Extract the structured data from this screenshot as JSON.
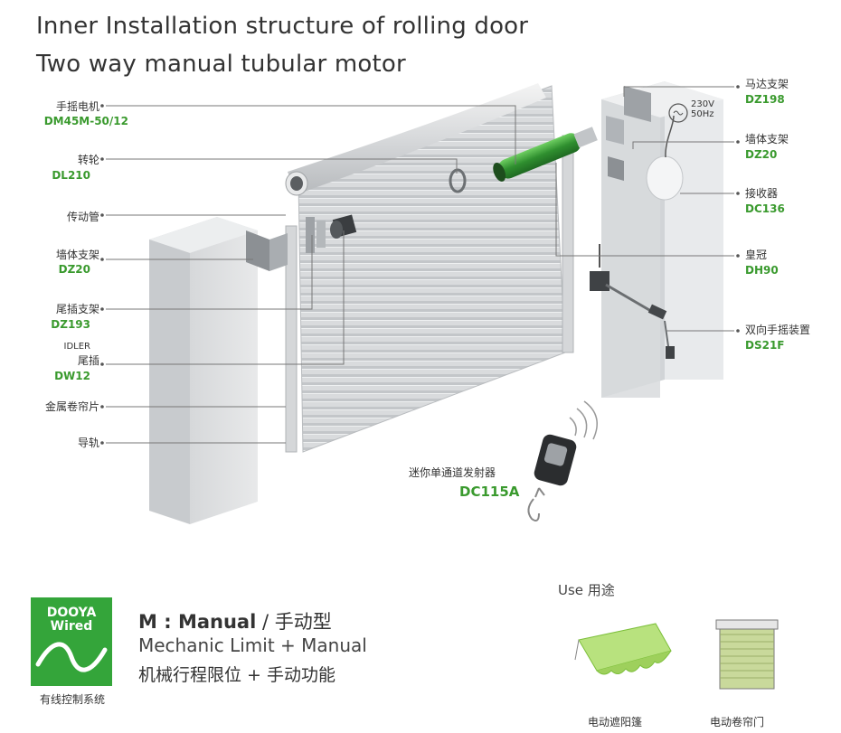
{
  "title": {
    "line1": "Inner Installation structure of rolling door",
    "line2": "Two way manual tubular motor"
  },
  "left_labels": [
    {
      "name": "手摇电机",
      "code": "DM45M-50/12"
    },
    {
      "name": "转轮",
      "code": "DL210"
    },
    {
      "name": "传动管",
      "code": ""
    },
    {
      "name": "墙体支架",
      "code": "DZ20"
    },
    {
      "name": "尾插支架",
      "code": "DZ193"
    },
    {
      "name": "IDLER",
      "code": ""
    },
    {
      "name": "尾插",
      "code": "DW12"
    },
    {
      "name": "金属卷帘片",
      "code": ""
    },
    {
      "name": "导轨",
      "code": ""
    }
  ],
  "right_labels": [
    {
      "name": "马达支架",
      "code": "DZ198"
    },
    {
      "name": "墙体支架",
      "code": "DZ20"
    },
    {
      "name": "接收器",
      "code": "DC136"
    },
    {
      "name": "皇冠",
      "code": "DH90"
    },
    {
      "name": "双向手摇装置",
      "code": "DS21F"
    }
  ],
  "power": {
    "voltage": "230V",
    "freq": "50Hz"
  },
  "remote": {
    "name": "迷你单通道发射器",
    "code": "DC115A"
  },
  "logo": {
    "line1": "DOOYA",
    "line2": "Wired",
    "caption": "有线控制系统"
  },
  "mode": {
    "key": "M",
    "sep": " : ",
    "name": "Manual",
    "slash": " / ",
    "cn": "手动型"
  },
  "mechanic": {
    "en": "Mechanic Limit + Manual",
    "cn": "机械行程限位 + 手动功能"
  },
  "use": {
    "label": "Use 用途",
    "items": [
      "电动遮阳篷",
      "电动卷帘门"
    ]
  },
  "colors": {
    "accent": "#3a9a2e",
    "logo_bg": "#34a53a",
    "motor": "#2f8f2f"
  }
}
